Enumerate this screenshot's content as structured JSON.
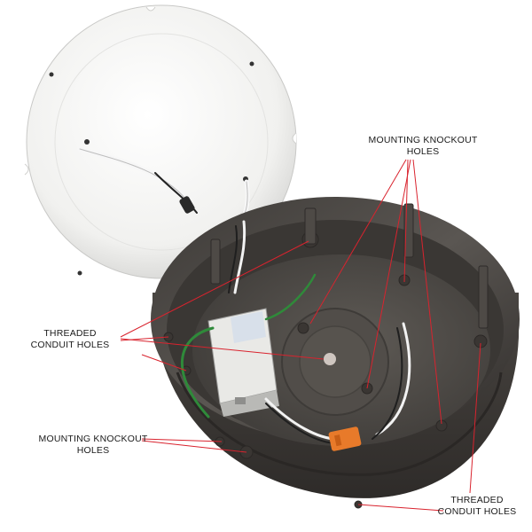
{
  "labels": {
    "mounting_knockout_top": {
      "line1": "MOUNTING KNOCKOUT",
      "line2": "HOLES"
    },
    "threaded_conduit_left": {
      "line1": "THREADED",
      "line2": "CONDUIT HOLES"
    },
    "mounting_knockout_bottom": {
      "line1": "MOUNTING KNOCKOUT",
      "line2": "HOLES"
    },
    "threaded_conduit_bottom": {
      "line1": "THREADED",
      "line2": "CONDUIT HOLES"
    }
  },
  "colors": {
    "leader_line": "#d9232e",
    "housing": "#4a4743",
    "plate": "#f2f2f0",
    "wire_green": "#2f8a3a",
    "connector": "#e87a2a"
  },
  "icons": [
    "housing-photo",
    "mounting-plate",
    "ballast",
    "wire-connector"
  ]
}
